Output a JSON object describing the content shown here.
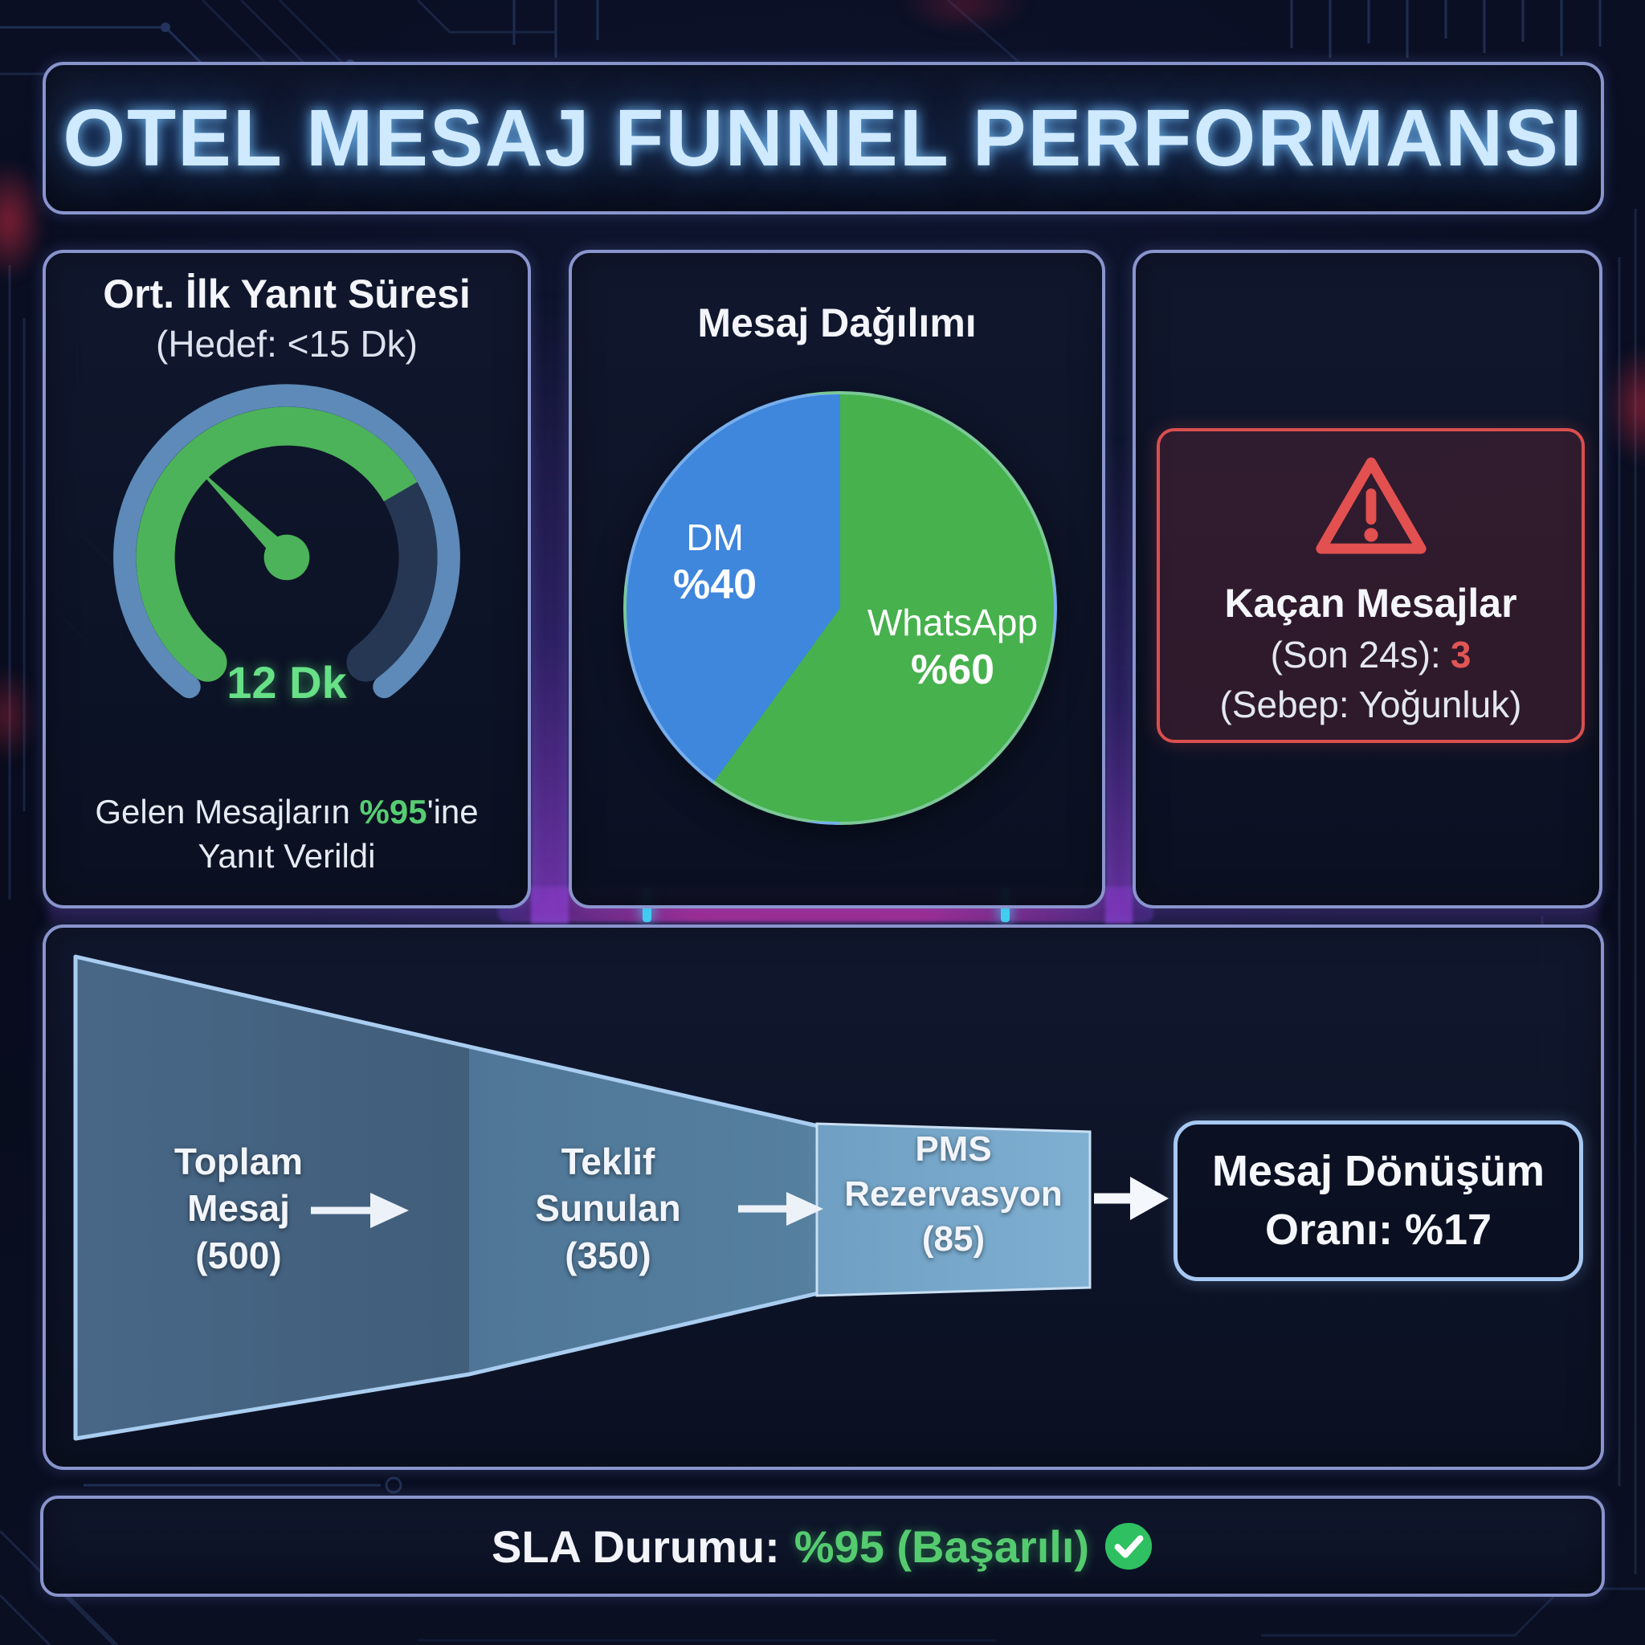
{
  "colors": {
    "accent_blue": "#3f86dd",
    "accent_green": "#46b14d",
    "text_green": "#57cd72",
    "alert_red": "#d94f4f",
    "gauge_arc_blue": "#5d8ab8",
    "panel_border": "#8a94cd",
    "title_text": "#cfe9ff"
  },
  "icons": {
    "warning_triangle": "⚠",
    "check_circle": "✓"
  },
  "header": {
    "title": "OTEL MESAJ FUNNEL PERFORMANSI"
  },
  "response_panel": {
    "title": "Ort. İlk Yanıt Süresi",
    "subtitle": "(Hedef: <15 Dk)",
    "value": "12 Dk",
    "footer": {
      "prefix": "Gelen Mesajların ",
      "highlight": "%95",
      "mid": "'ine",
      "line2": "Yanıt Verildi"
    }
  },
  "distribution_panel": {
    "title": "Mesaj Dağılımı",
    "slices": [
      {
        "label": "DM",
        "value_text": "%40",
        "percent": 40,
        "color": "#3f86dd"
      },
      {
        "label": "WhatsApp",
        "value_text": "%60",
        "percent": 60,
        "color": "#46b14d"
      }
    ]
  },
  "missed_panel": {
    "title": "Kaçan Mesajlar",
    "window_label": "(Son 24s):",
    "count": "3",
    "reason": "(Sebep: Yoğunluk)"
  },
  "funnel": {
    "stages": [
      {
        "line1": "Toplam",
        "line2": "Mesaj",
        "line3": "(500)",
        "value": 500
      },
      {
        "line1": "Teklif",
        "line2": "Sunulan",
        "line3": "(350)",
        "value": 350
      },
      {
        "line1": "PMS",
        "line2": "Rezervasyon",
        "line3": "(85)",
        "value": 85
      }
    ],
    "result": {
      "line1": "Mesaj Dönüşüm",
      "line2": "Oranı: %17"
    }
  },
  "sla_bar": {
    "label": "SLA Durumu:",
    "value": "%95 (Başarılı)"
  },
  "chart_data": [
    {
      "type": "gauge",
      "title": "Ort. İlk Yanıt Süresi",
      "target_text": "(Hedef: <15 Dk)",
      "value": 12,
      "unit": "Dk",
      "value_text": "12 Dk",
      "target_minutes": 15,
      "answered_percent": 95,
      "note": "Gelen Mesajların %95'ine Yanıt Verildi"
    },
    {
      "type": "pie",
      "title": "Mesaj Dağılımı",
      "labels": [
        "WhatsApp",
        "DM"
      ],
      "values": [
        60,
        40
      ],
      "colors": [
        "#46b14d",
        "#3f86dd"
      ],
      "value_format": "percent"
    },
    {
      "type": "funnel",
      "stages": [
        "Toplam Mesaj",
        "Teklif Sunulan",
        "PMS Rezervasyon"
      ],
      "values": [
        500,
        350,
        85
      ],
      "result_label": "Mesaj Dönüşüm Oranı",
      "conversion_percent": 17
    },
    {
      "type": "kpi",
      "title": "Kaçan Mesajlar (Son 24s)",
      "value": 3,
      "reason": "Yoğunluk",
      "status_color": "#d94f4f"
    },
    {
      "type": "kpi",
      "title": "SLA Durumu",
      "percent": 95,
      "status": "Başarılı",
      "value_text": "%95 (Başarılı)",
      "status_color": "#55cb70"
    }
  ]
}
